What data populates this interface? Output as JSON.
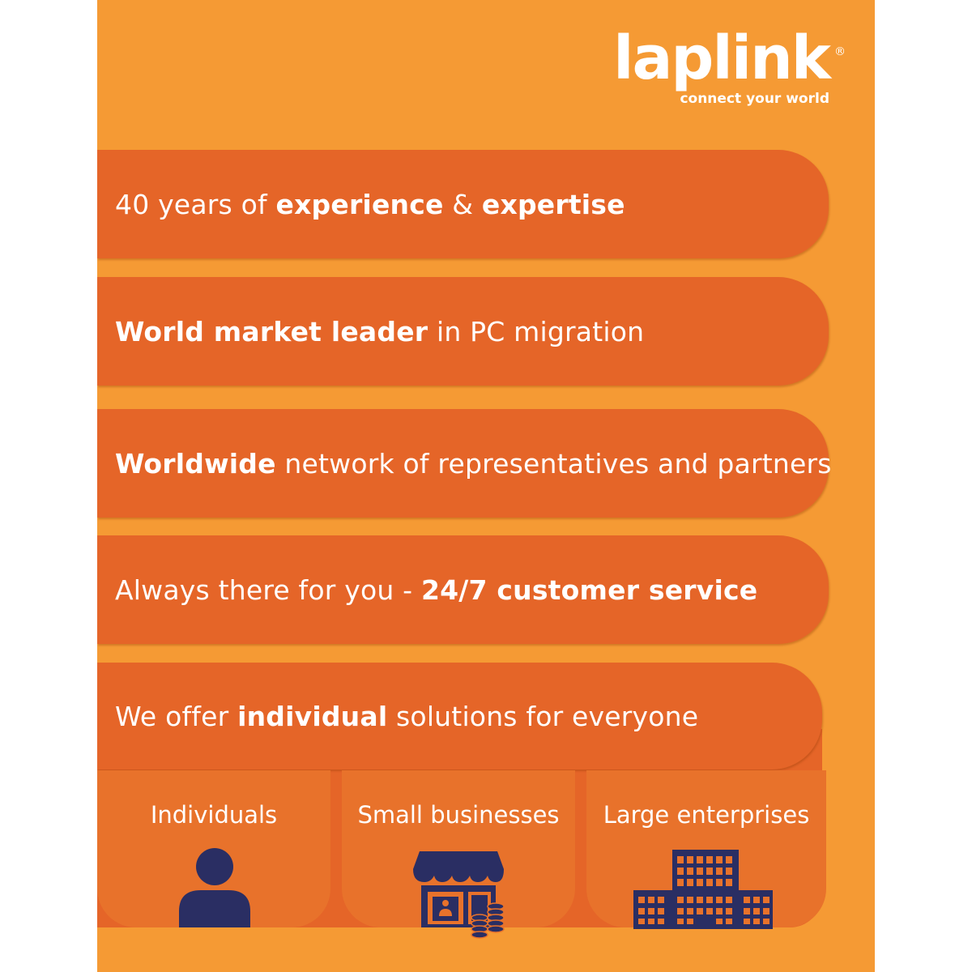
{
  "brand": {
    "name": "laplink",
    "registered_mark": "®",
    "tagline": "connect your world"
  },
  "features": [
    {
      "segments": [
        {
          "text": "40 years of ",
          "bold": false
        },
        {
          "text": "experience",
          "bold": true
        },
        {
          "text": " & ",
          "bold": false
        },
        {
          "text": "expertise",
          "bold": true
        }
      ]
    },
    {
      "segments": [
        {
          "text": "World market leader",
          "bold": true
        },
        {
          "text": " in PC migration",
          "bold": false
        }
      ]
    },
    {
      "segments": [
        {
          "text": "Worldwide",
          "bold": true
        },
        {
          "text": " network of representatives and partners",
          "bold": false
        }
      ]
    },
    {
      "segments": [
        {
          "text": "Always there for you - ",
          "bold": false
        },
        {
          "text": "24/7 customer service",
          "bold": true
        }
      ]
    },
    {
      "segments": [
        {
          "text": "We offer ",
          "bold": false
        },
        {
          "text": "individual",
          "bold": true
        },
        {
          "text": " solutions for everyone",
          "bold": false
        }
      ]
    }
  ],
  "audiences": [
    {
      "label": "Individuals",
      "icon": "person-icon"
    },
    {
      "label": "Small businesses",
      "icon": "storefront-icon"
    },
    {
      "label": "Large enterprises",
      "icon": "office-building-icon"
    }
  ],
  "colors": {
    "background": "#f59a34",
    "bar": "#e56528",
    "card": "#e8722b",
    "icon": "#2a2e63",
    "text": "#ffffff"
  }
}
